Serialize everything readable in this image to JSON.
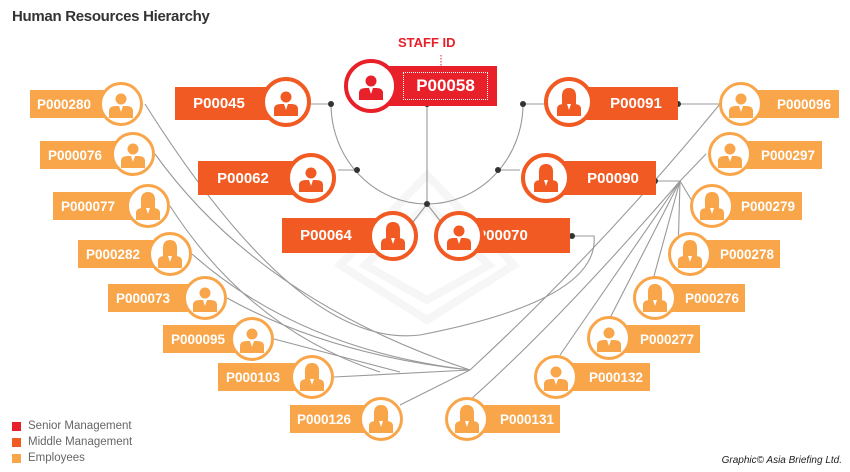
{
  "title": "Human Resources Hierarchy",
  "staff_id_label": "STAFF ID",
  "colors": {
    "senior": "#e8202a",
    "middle": "#f15a22",
    "employee": "#f9a54a"
  },
  "senior": {
    "id": "P00058",
    "icon": "person-glasses-icon"
  },
  "middle": [
    {
      "id": "P00045",
      "icon": "person-male-icon"
    },
    {
      "id": "P00062",
      "icon": "person-male-icon"
    },
    {
      "id": "P00064",
      "icon": "person-female-icon"
    },
    {
      "id": "P00070",
      "icon": "person-male-icon"
    },
    {
      "id": "P00090",
      "icon": "person-female-icon"
    },
    {
      "id": "P00091",
      "icon": "person-female-icon"
    }
  ],
  "employees": [
    {
      "id": "P000280",
      "icon": "person-male-icon"
    },
    {
      "id": "P000076",
      "icon": "person-male-icon"
    },
    {
      "id": "P000077",
      "icon": "person-female-icon"
    },
    {
      "id": "P000282",
      "icon": "person-female-icon"
    },
    {
      "id": "P000073",
      "icon": "person-male-icon"
    },
    {
      "id": "P000095",
      "icon": "person-male-icon"
    },
    {
      "id": "P000103",
      "icon": "person-female-icon"
    },
    {
      "id": "P000126",
      "icon": "person-female-icon"
    },
    {
      "id": "P000131",
      "icon": "person-female-icon"
    },
    {
      "id": "P000132",
      "icon": "person-male-icon"
    },
    {
      "id": "P000277",
      "icon": "person-male-icon"
    },
    {
      "id": "P000276",
      "icon": "person-female-icon"
    },
    {
      "id": "P000278",
      "icon": "person-female-icon"
    },
    {
      "id": "P000279",
      "icon": "person-female-icon"
    },
    {
      "id": "P000297",
      "icon": "person-male-icon"
    },
    {
      "id": "P000096",
      "icon": "person-male-icon"
    }
  ],
  "legend": [
    {
      "label": "Senior Management",
      "color": "#e8202a"
    },
    {
      "label": "Middle Management",
      "color": "#f15a22"
    },
    {
      "label": "Employees",
      "color": "#f9a54a"
    }
  ],
  "credit": "Graphic© Asia Briefing Ltd."
}
